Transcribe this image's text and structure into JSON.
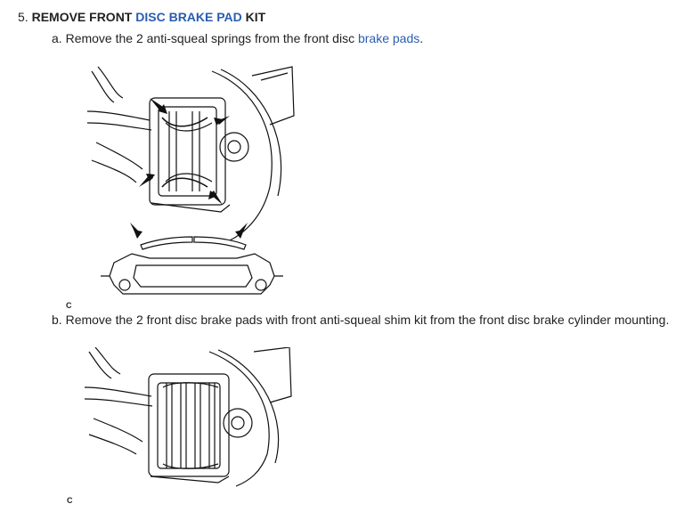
{
  "step": {
    "number": "5.",
    "prefix": "REMOVE FRONT",
    "link_text": "DISC BRAKE PAD",
    "suffix": "KIT"
  },
  "substep_a": {
    "letter": "a.",
    "text": "Remove the 2 anti-squeal springs from the front disc",
    "link_text": "brake pads",
    "end": "."
  },
  "figure_a": {
    "code": "C"
  },
  "substep_b": {
    "letter": "b.",
    "text": "Remove the 2 front disc brake pads with front anti-squeal shim kit from the front disc brake cylinder mounting."
  },
  "figure_b": {
    "code": "C"
  },
  "colors": {
    "link": "#2a5db0",
    "text": "#222222",
    "line": "#111111"
  }
}
